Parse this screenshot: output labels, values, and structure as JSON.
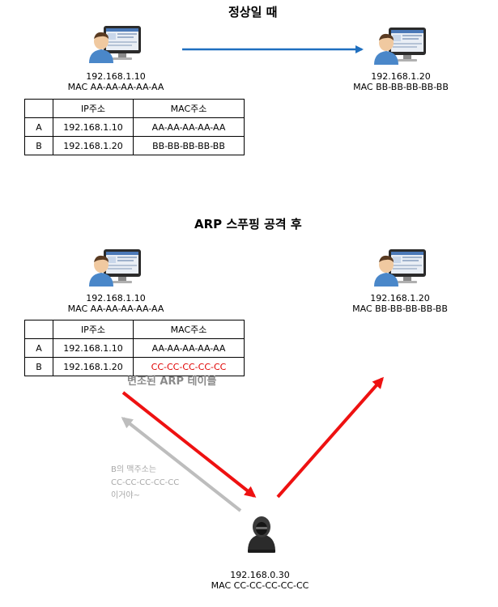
{
  "normal": {
    "title": "정상일 때",
    "host_a": {
      "ip": "192.168.1.10",
      "mac": "MAC  AA-AA-AA-AA-AA"
    },
    "host_b": {
      "ip": "192.168.1.20",
      "mac": "MAC BB-BB-BB-BB-BB"
    },
    "table": {
      "headers": [
        "",
        "IP주소",
        "MAC주소"
      ],
      "rows": [
        [
          "A",
          "192.168.1.10",
          "AA-AA-AA-AA-AA"
        ],
        [
          "B",
          "192.168.1.20",
          "BB-BB-BB-BB-BB"
        ]
      ]
    }
  },
  "spoofed": {
    "title": "ARP 스푸핑 공격 후",
    "host_a": {
      "ip": "192.168.1.10",
      "mac": "MAC  AA-AA-AA-AA-AA"
    },
    "host_b": {
      "ip": "192.168.1.20",
      "mac": "MAC BB-BB-BB-BB-BB"
    },
    "table": {
      "headers": [
        "",
        "IP주소",
        "MAC주소"
      ],
      "rows": [
        [
          "A",
          "192.168.1.10",
          "AA-AA-AA-AA-AA"
        ],
        [
          "B",
          "192.168.1.20",
          "CC-CC-CC-CC-CC"
        ]
      ]
    },
    "table_caption": "변조된 ARP 테이블",
    "attacker": {
      "ip": "192.168.0.30",
      "mac": "MAC  CC-CC-CC-CC-CC"
    },
    "note_lines": [
      "B의 맥주소는",
      "CC-CC-CC-CC-CC",
      "이거야~"
    ]
  },
  "colors": {
    "normal_arrow": "#1f6fbf",
    "attack_arrow": "#ee1111",
    "fake_reply_arrow": "#bdbdbd",
    "spoofed_text": "#e00000"
  },
  "icons": {
    "host": "user-computer-icon",
    "attacker": "hacker-icon"
  }
}
